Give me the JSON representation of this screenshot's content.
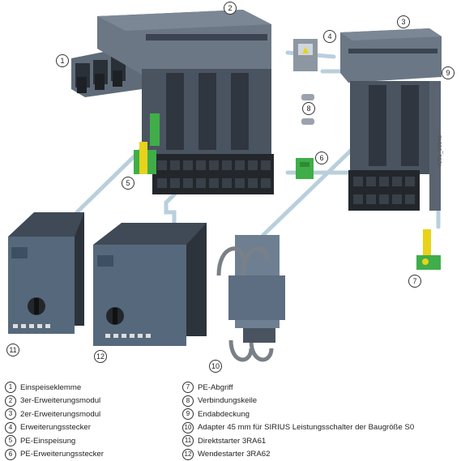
{
  "figure_code": "IC01_00648",
  "callouts": [
    "1",
    "2",
    "3",
    "4",
    "5",
    "6",
    "7",
    "8",
    "9",
    "10",
    "11",
    "12"
  ],
  "legend_left": [
    {
      "num": "1",
      "text": "Einspeiseklemme"
    },
    {
      "num": "2",
      "text": "3er-Erweiterungsmodul"
    },
    {
      "num": "3",
      "text": "2er-Erweiterungsmodul"
    },
    {
      "num": "4",
      "text": "Erweiterungsstecker"
    },
    {
      "num": "5",
      "text": "PE-Einspeisung"
    },
    {
      "num": "6",
      "text": "PE-Erweiterungsstecker"
    }
  ],
  "legend_right": [
    {
      "num": "7",
      "text": "PE-Abgriff"
    },
    {
      "num": "8",
      "text": "Verbindungskeile"
    },
    {
      "num": "9",
      "text": "Endabdeckung"
    },
    {
      "num": "10",
      "text": "Adapter 45 mm für SIRIUS Leistungsschalter der Baugröße S0"
    },
    {
      "num": "11",
      "text": "Direktstarter 3RA61"
    },
    {
      "num": "12",
      "text": "Wendestarter 3RA62"
    }
  ],
  "colors": {
    "housing": "#5f6b78",
    "housing_light": "#7b8794",
    "housing_dark": "#3b4450",
    "terminal_black": "#23272c",
    "pe_green": "#3fae49",
    "pe_yellow": "#e8d21a",
    "guide_line": "#b9cfdc",
    "starter_body": "#3f4a56",
    "starter_face": "#56687c"
  }
}
